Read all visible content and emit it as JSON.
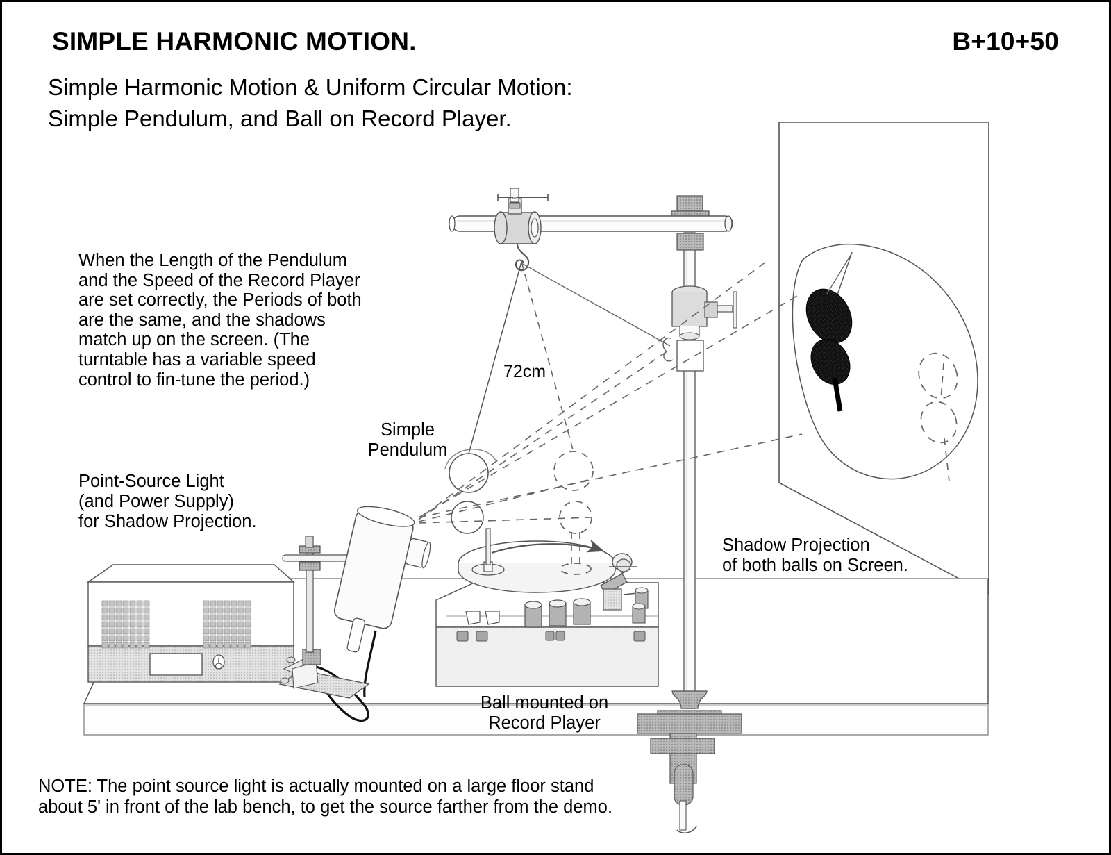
{
  "sheet": {
    "title": "SIMPLE HARMONIC MOTION.",
    "code": "B+10+50",
    "subtitle_line1": "Simple Harmonic Motion & Uniform Circular Motion:",
    "subtitle_line2": "Simple Pendulum, and Ball on Record Player."
  },
  "description": {
    "line1": "When the Length of the Pendulum",
    "line2": "and the Speed of the Record Player",
    "line3": "are set correctly, the Periods of both",
    "line4": "are the same, and the shadows",
    "line5": "match up on the screen. (The",
    "line6": "turntable has a variable speed",
    "line7": "control to fin-tune the period.)"
  },
  "labels": {
    "light_line1": "Point-Source Light",
    "light_line2": "(and Power Supply)",
    "light_line3": "for Shadow Projection.",
    "pendulum_line1": "Simple",
    "pendulum_line2": "Pendulum",
    "length": "72cm",
    "shadow_line1": "Shadow Projection",
    "shadow_line2": "of both balls on Screen.",
    "record_line1": "Ball mounted on",
    "record_line2": "Record Player"
  },
  "note": {
    "line1": "NOTE:  The point source light is actually mounted on a  large floor stand",
    "line2": "about 5' in front of the lab bench, to get the source farther from the demo."
  },
  "colors": {
    "ink": "#000000",
    "line": "#4d4d4d",
    "light_gray": "#efefef",
    "mid_gray": "#d0d0d0",
    "dark_gray": "#a8a8a8",
    "shadow_fill": "#1a1a1a",
    "background": "#ffffff"
  }
}
